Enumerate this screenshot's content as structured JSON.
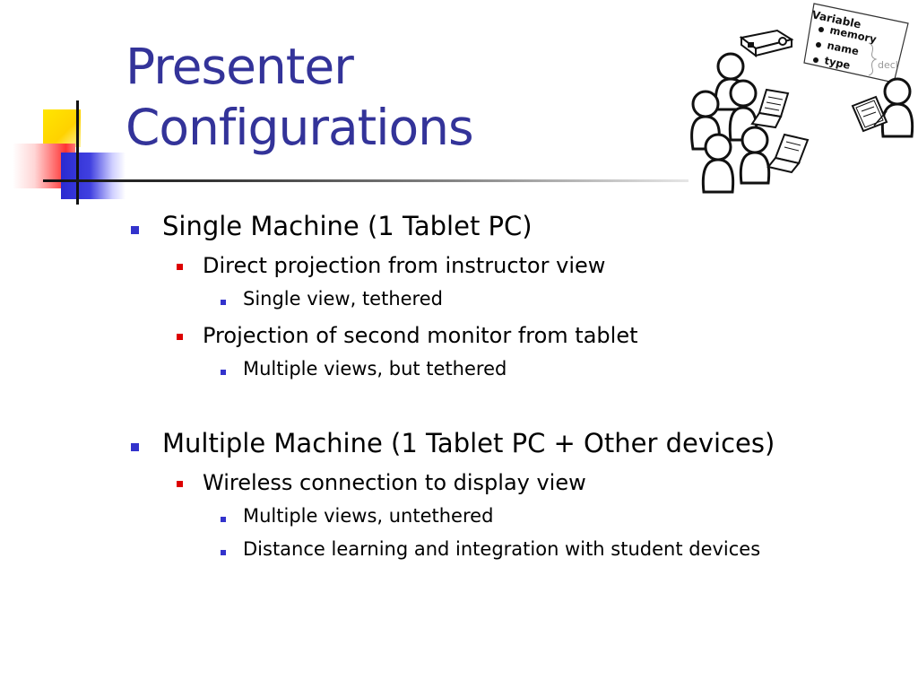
{
  "slide": {
    "title_line1": "Presenter",
    "title_line2": "Configurations"
  },
  "illustration": {
    "note_title": "Variable",
    "note_items": [
      "memory",
      "name",
      "type"
    ],
    "note_side": "decl",
    "icons": [
      "projector-icon",
      "people-icon",
      "laptop-icon",
      "tablet-icon",
      "sticky-note-icon"
    ]
  },
  "bullets": [
    {
      "level": 1,
      "text": "Single Machine (1 Tablet PC)"
    },
    {
      "level": 2,
      "text": "Direct projection from instructor view"
    },
    {
      "level": 3,
      "text": "Single view, tethered"
    },
    {
      "level": 2,
      "text": "Projection of second monitor from tablet"
    },
    {
      "level": 3,
      "text": "Multiple views, but tethered"
    },
    {
      "level": 1,
      "text": "Multiple Machine (1 Tablet PC + Other devices)"
    },
    {
      "level": 2,
      "text": "Wireless connection to display view"
    },
    {
      "level": 3,
      "text": "Multiple views, untethered"
    },
    {
      "level": 3,
      "text": "Distance learning and integration with student devices"
    }
  ],
  "colors": {
    "title": "#333399",
    "bullet_level1": "#3333cc",
    "bullet_level2": "#dd0000",
    "bullet_level3": "#3333cc",
    "accent_yellow": "#ffd200",
    "accent_red": "#ff3333",
    "accent_blue": "#2a2ad0"
  }
}
